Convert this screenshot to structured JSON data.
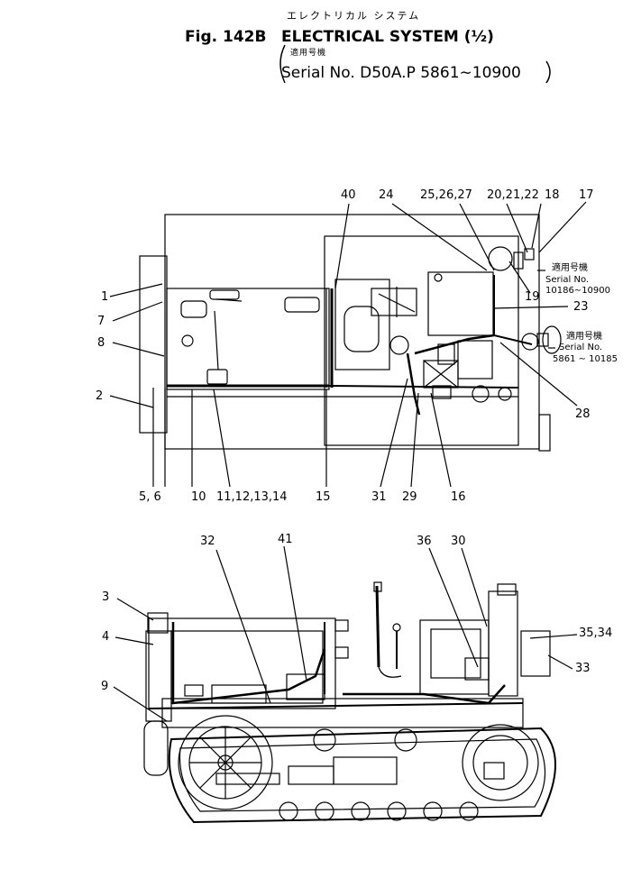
{
  "header": {
    "fig_label": "Fig. 142B",
    "title_jp": "エレクトリカル システム",
    "title": "ELECTRICAL SYSTEM (½)",
    "serial_jp": "適用号機",
    "serial": "Serial No. D50A.P 5861∼10900"
  },
  "top_view": {
    "callouts": [
      "1",
      "7",
      "8",
      "2",
      "5, 6",
      "10",
      "11,12,13,14",
      "15",
      "31",
      "29",
      "16",
      "28",
      "23",
      "19",
      "40",
      "24",
      "25,26,27",
      "20,21,22",
      "18",
      "17"
    ],
    "serial_note_a": {
      "jp": "適用号機",
      "line1": "Serial No.",
      "line2": "10186∼10900"
    },
    "serial_note_b": {
      "jp": "適用号機",
      "line1": "Serial No.",
      "line2": "5861 ∼ 10185"
    }
  },
  "side_view": {
    "callouts": [
      "3",
      "4",
      "9",
      "32",
      "41",
      "36",
      "30",
      "35,34",
      "33"
    ]
  }
}
